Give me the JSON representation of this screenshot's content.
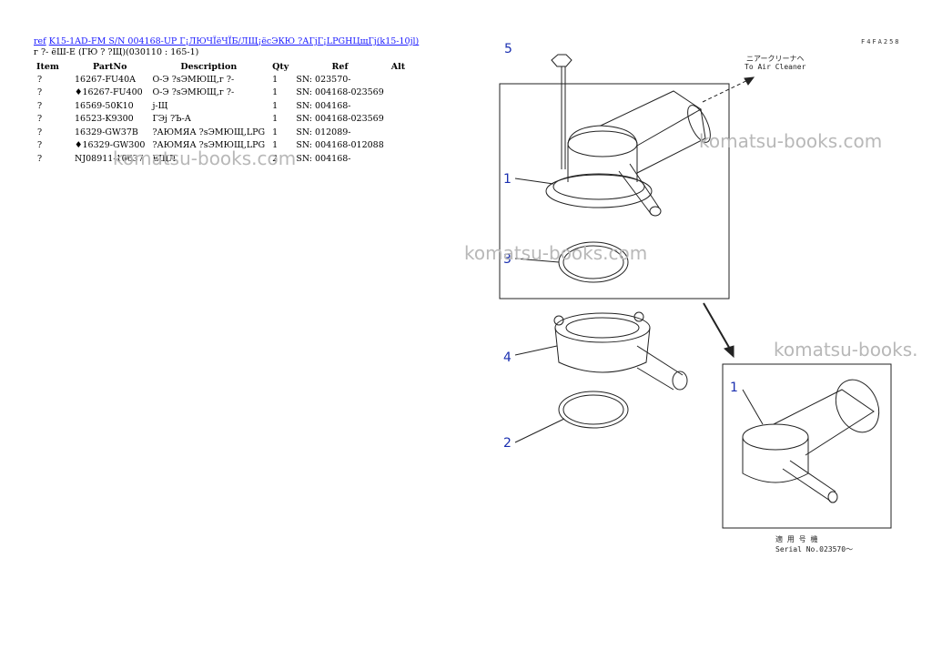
{
  "header": {
    "ref_link": "ref",
    "title_link": "K15-1AD-FM S/N 004168-UP Г¡ЛЮЧЇёЧЇБ/ЛЩ¡ёсЭКЮ ?АГјГ¡LPGНЦщГј(k15-10jl)",
    "subtitle": "г ?- ёШ-Е (ГЮ ? ?Щ)(030110 : 165-1)"
  },
  "table": {
    "columns": [
      "Item",
      "PartNo",
      "Description",
      "Qty",
      "Ref",
      "Alt"
    ],
    "rows": [
      {
        "item": "?",
        "part": "16267-FU40A",
        "desc": "О-Э ?sЭМЮЩ,г ?-",
        "qty": "1",
        "ref": "SN: 023570-",
        "alt": ""
      },
      {
        "item": "?",
        "part": "♦16267-FU400",
        "desc": "О-Э ?sЭМЮЩ,г ?-",
        "qty": "1",
        "ref": "SN: 004168-023569",
        "alt": ""
      },
      {
        "item": "?",
        "part": "16569-50K10",
        "desc": "ј-Щ",
        "qty": "1",
        "ref": "SN: 004168-",
        "alt": ""
      },
      {
        "item": "?",
        "part": "16523-K9300",
        "desc": "ГЭј ?Ъ-А",
        "qty": "1",
        "ref": "SN: 004168-023569",
        "alt": ""
      },
      {
        "item": "?",
        "part": "16329-GW37B",
        "desc": "?АЮМЯА ?sЭМЮЩ,LPG",
        "qty": "1",
        "ref": "SN: 012089-",
        "alt": ""
      },
      {
        "item": "?",
        "part": "♦16329-GW300",
        "desc": "?АЮМЯА ?sЭМЮЩ,LPG",
        "qty": "1",
        "ref": "SN: 004168-012088",
        "alt": ""
      },
      {
        "item": "?",
        "part": "NJ08911-10637",
        "desc": "ЕЩЛ",
        "qty": "2",
        "ref": "SN: 004168-",
        "alt": ""
      }
    ]
  },
  "watermarks": [
    "komatsu-books.com",
    "komatsu-books.com",
    "komatsu-books.com",
    "komatsu-books."
  ],
  "drawing": {
    "code": "F4FA258",
    "callouts": [
      "5",
      "1",
      "3",
      "4",
      "2",
      "1"
    ],
    "to_air_jp": "ニアークリーナヘ",
    "to_air_en": "To Air Cleaner",
    "serial_jp": "適 用 号 機",
    "serial_en": "Serial No.023570～"
  },
  "colors": {
    "link": "#1a1aff",
    "callout": "#1a2fb0",
    "watermark": "#b8b8b8"
  }
}
